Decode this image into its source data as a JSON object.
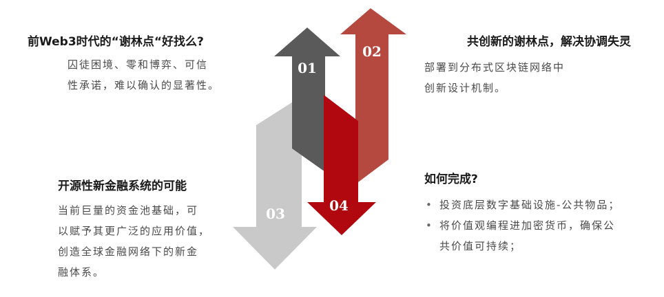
{
  "colors": {
    "arrow_01": "#5a5a5a",
    "arrow_02": "#b5483f",
    "arrow_03": "#c9c9c9",
    "arrow_04": "#b0080e"
  },
  "arrows": {
    "a01": "01",
    "a02": "02",
    "a03": "03",
    "a04": "04"
  },
  "sections": {
    "top_left": {
      "title": "前Web3时代的“谢林点“好找么?",
      "lines": [
        "囚徒困境、零和博弈、可信",
        "性承诺，难以确认的显著性。"
      ]
    },
    "top_right": {
      "title": "共创新的谢林点，解决协调失灵",
      "lines": [
        "部署到分布式区块链网络中",
        "创新设计机制。"
      ]
    },
    "bottom_left": {
      "title": "开源性新金融系统的可能",
      "lines": [
        "当前巨量的资金池基础，可",
        "以赋予其更广泛的应用价值，",
        "创造全球金融网络下的新金",
        "融体系。"
      ]
    },
    "bottom_right": {
      "title": "如何完成?",
      "bullets": [
        {
          "lines": [
            "投资底层数字基础设施-公共物品；"
          ]
        },
        {
          "lines": [
            "将价值观编程进加密货币，确保公",
            "共价值可持续；"
          ]
        }
      ]
    }
  }
}
